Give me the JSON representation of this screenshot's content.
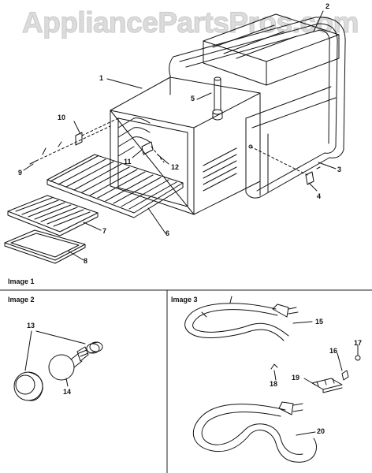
{
  "watermark": "AppliancePartsPros.com",
  "captions": {
    "image1": "Image 1",
    "image2": "Image 2",
    "image3": "Image 3"
  },
  "callouts": [
    "1",
    "2",
    "3",
    "4",
    "5",
    "6",
    "7",
    "8",
    "9",
    "10",
    "11",
    "12",
    "13",
    "14",
    "15",
    "16",
    "17",
    "18",
    "19",
    "20"
  ]
}
